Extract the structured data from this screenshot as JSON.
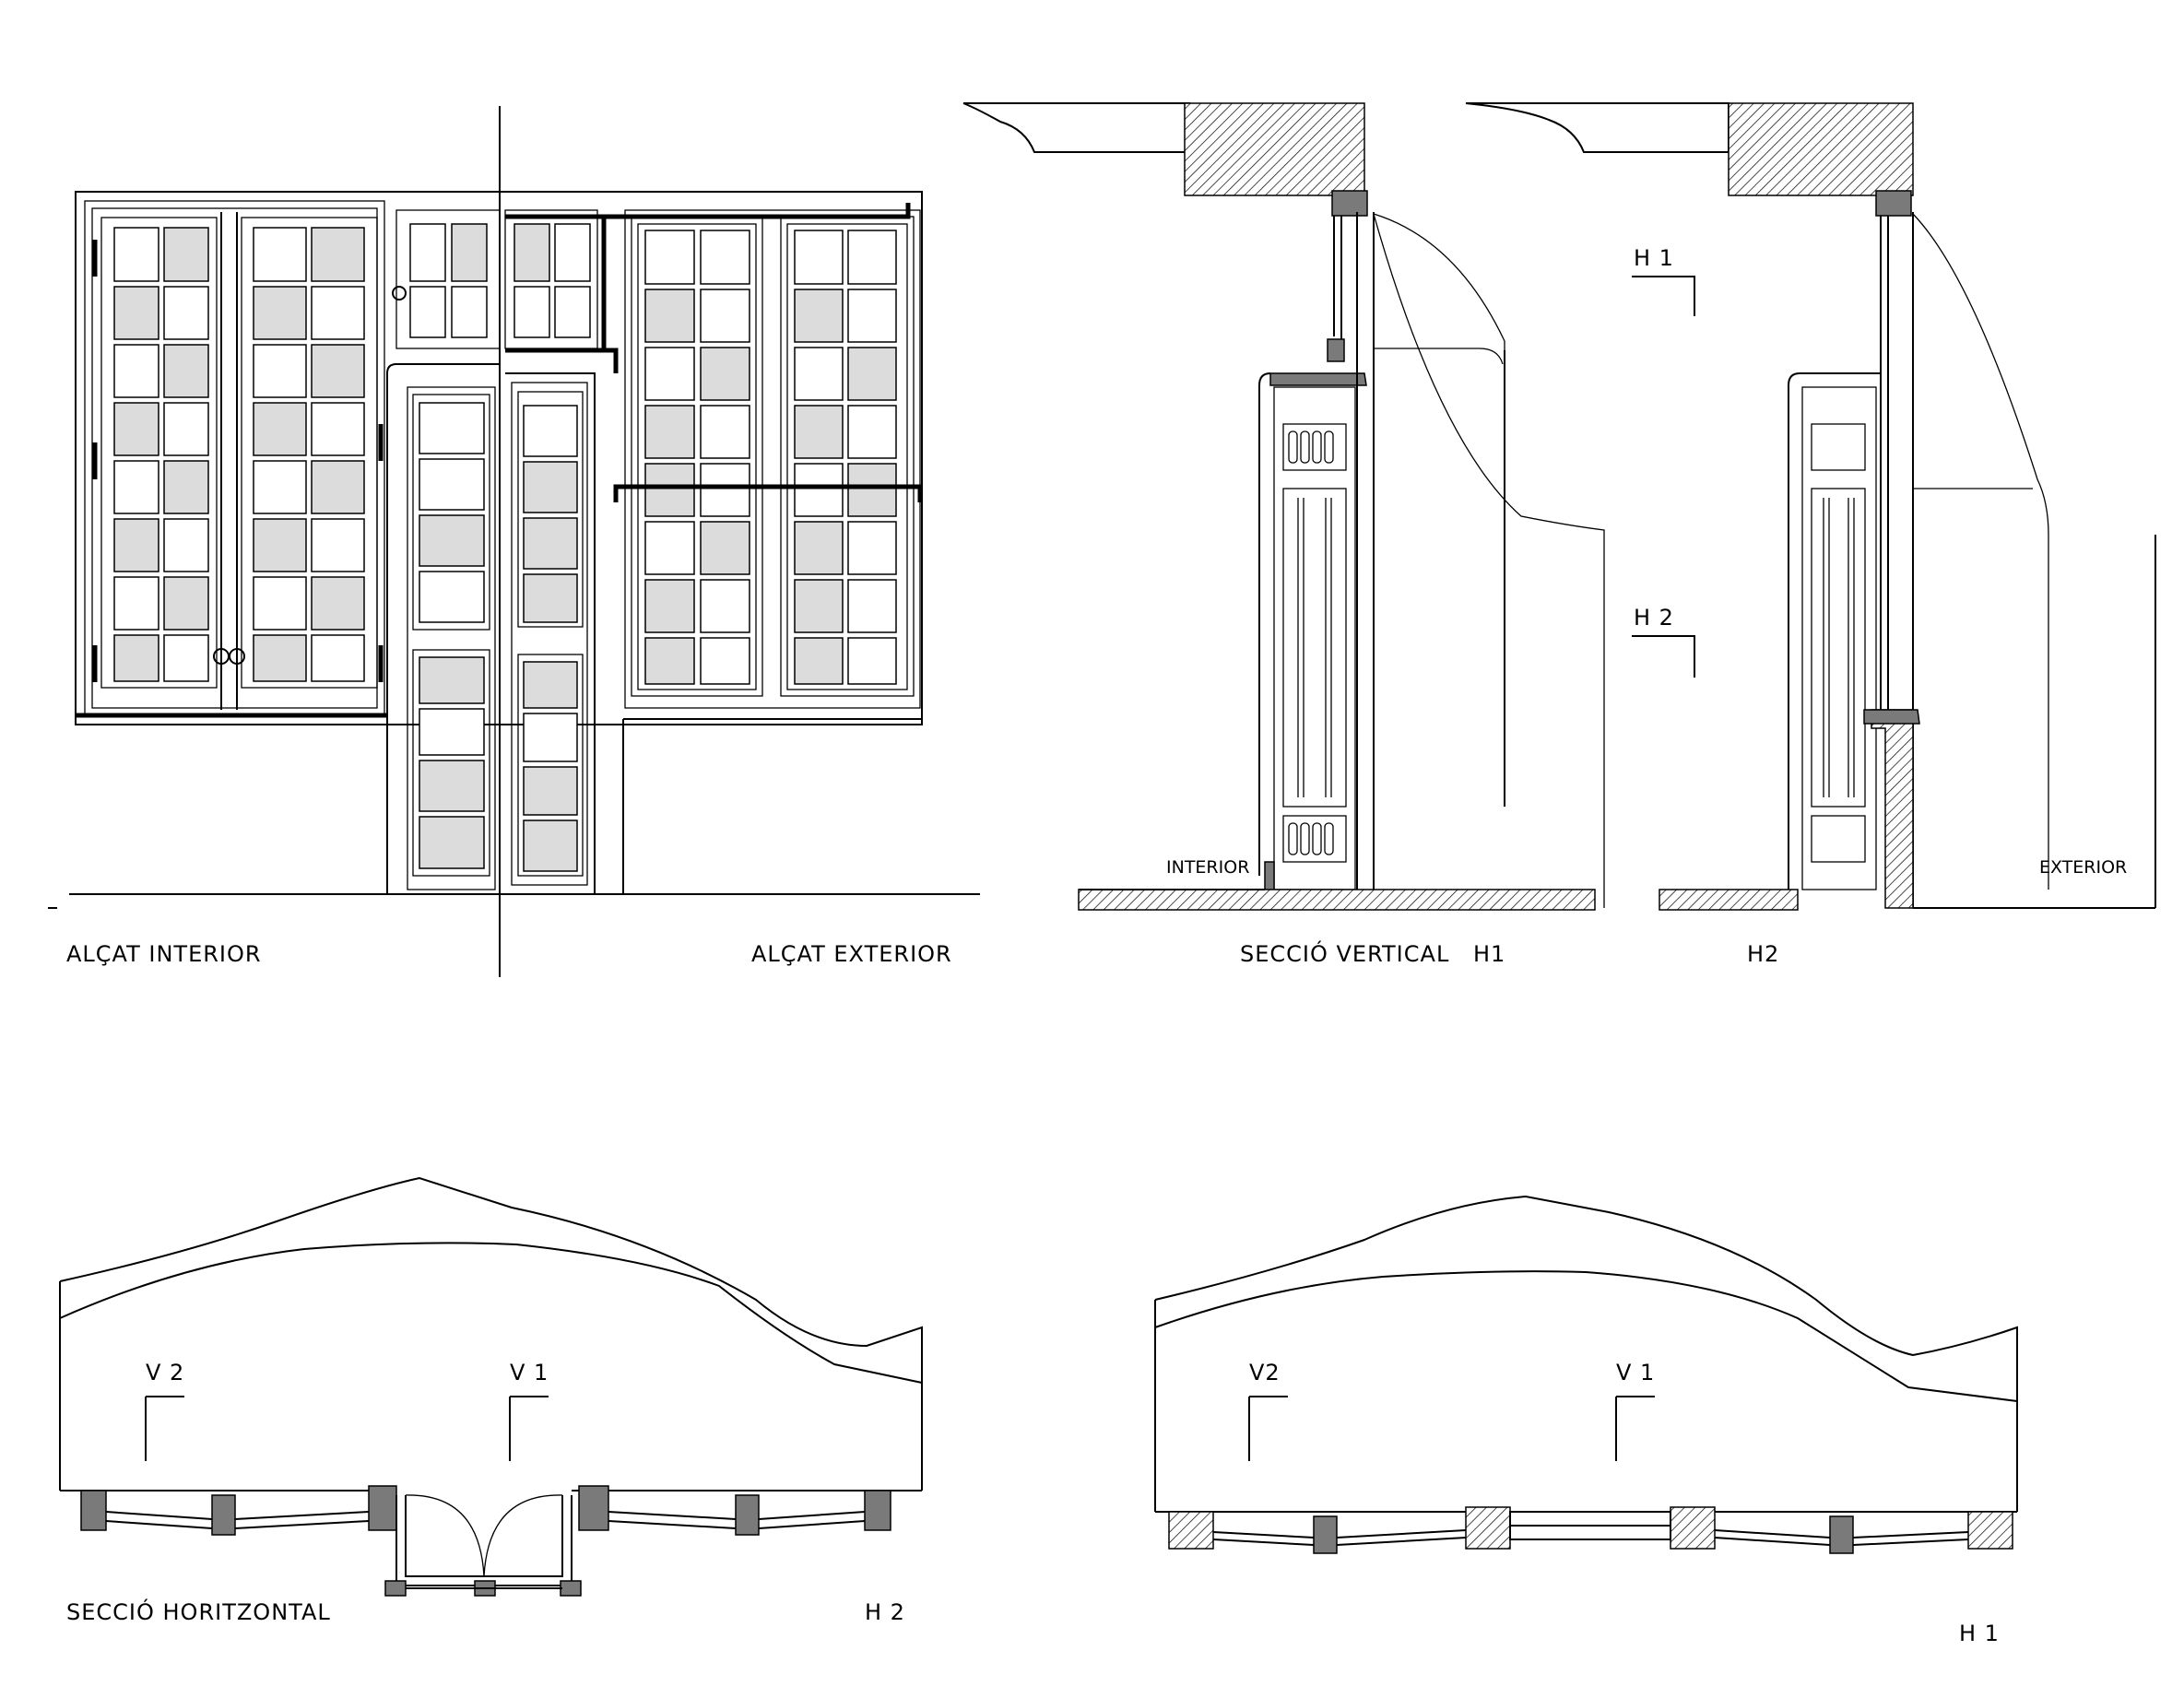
{
  "labels": {
    "elev_interior": "ALÇAT INTERIOR",
    "elev_exterior": "ALÇAT EXTERIOR",
    "vert_section": "SECCIÓ VERTICAL",
    "vert_h1": "H1",
    "vert_h2": "H2",
    "interior": "INTERIOR",
    "exterior": "EXTERIOR",
    "cut_h1": "H 1",
    "cut_h2": "H 2",
    "horiz_section": "SECCIÓ HORITZONTAL",
    "plan_h2": "H 2",
    "plan_h1": "H 1",
    "plan_left_v2": "V 2",
    "plan_left_v1": "V 1",
    "plan_right_v2": "V2",
    "plan_right_v1": "V 1"
  },
  "colors": {
    "line": "#000000",
    "glass": "#dcdcdc",
    "section_fill": "#7a7a7a",
    "background": "#ffffff"
  }
}
